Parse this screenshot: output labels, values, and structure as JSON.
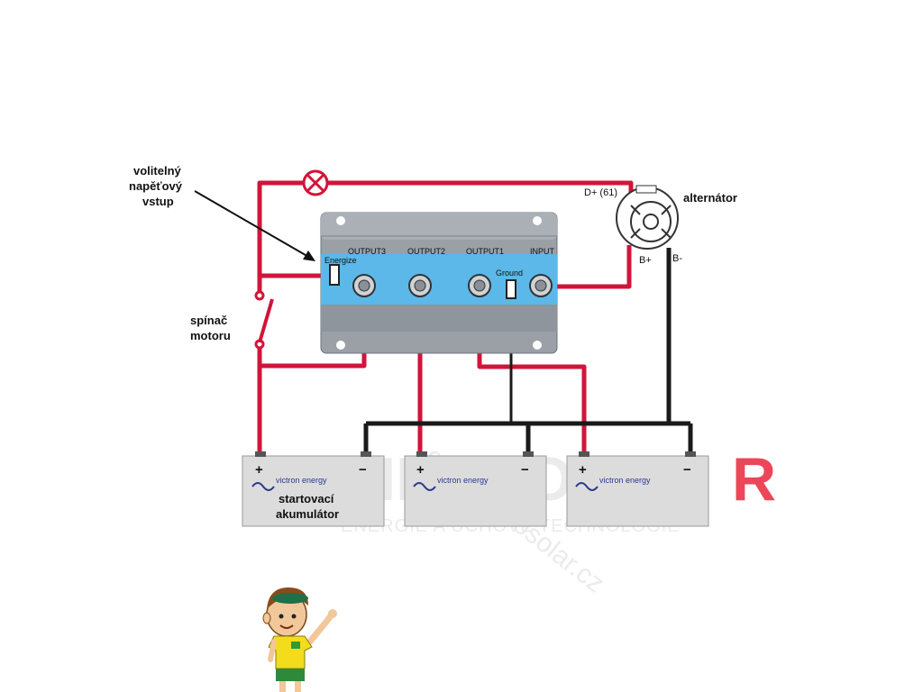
{
  "labels": {
    "optional_input_line1": "volitelný",
    "optional_input_line2": "napěťový",
    "optional_input_line3": "vstup",
    "engine_switch_line1": "spínač",
    "engine_switch_line2": "motoru",
    "alternator": "alternátor",
    "alternator_d_plus": "D+ (61)",
    "alternator_b_plus": "B+",
    "alternator_b_minus": "B-",
    "starter_battery_line1": "startovací",
    "starter_battery_line2": "akumulátor"
  },
  "isolator": {
    "output3": "OUTPUT3",
    "output2": "OUTPUT2",
    "output1": "OUTPUT1",
    "input": "INPUT",
    "energize": "Energize",
    "ground": "Ground"
  },
  "batteries": [
    {
      "brand": "victron energy",
      "plus": "+",
      "minus": "−"
    },
    {
      "brand": "victron energy",
      "plus": "+",
      "minus": "−"
    },
    {
      "brand": "victron energy",
      "plus": "+",
      "minus": "−"
    }
  ],
  "watermark": {
    "logo_text": "NEOSOLA",
    "logo_accent": "R",
    "tagline": "ENERGIE A UCHOVÉ TECHNOLOGIE",
    "diagonal": "eshop.neosolar.cz"
  },
  "colors": {
    "wire_positive": "#d2143a",
    "wire_ground": "#1a1a1a",
    "isolator_blue": "#5bb8e8",
    "isolator_gray": "#9aa0a6",
    "battery_gray": "#dcdcdc",
    "watermark_red": "#e8283c"
  }
}
